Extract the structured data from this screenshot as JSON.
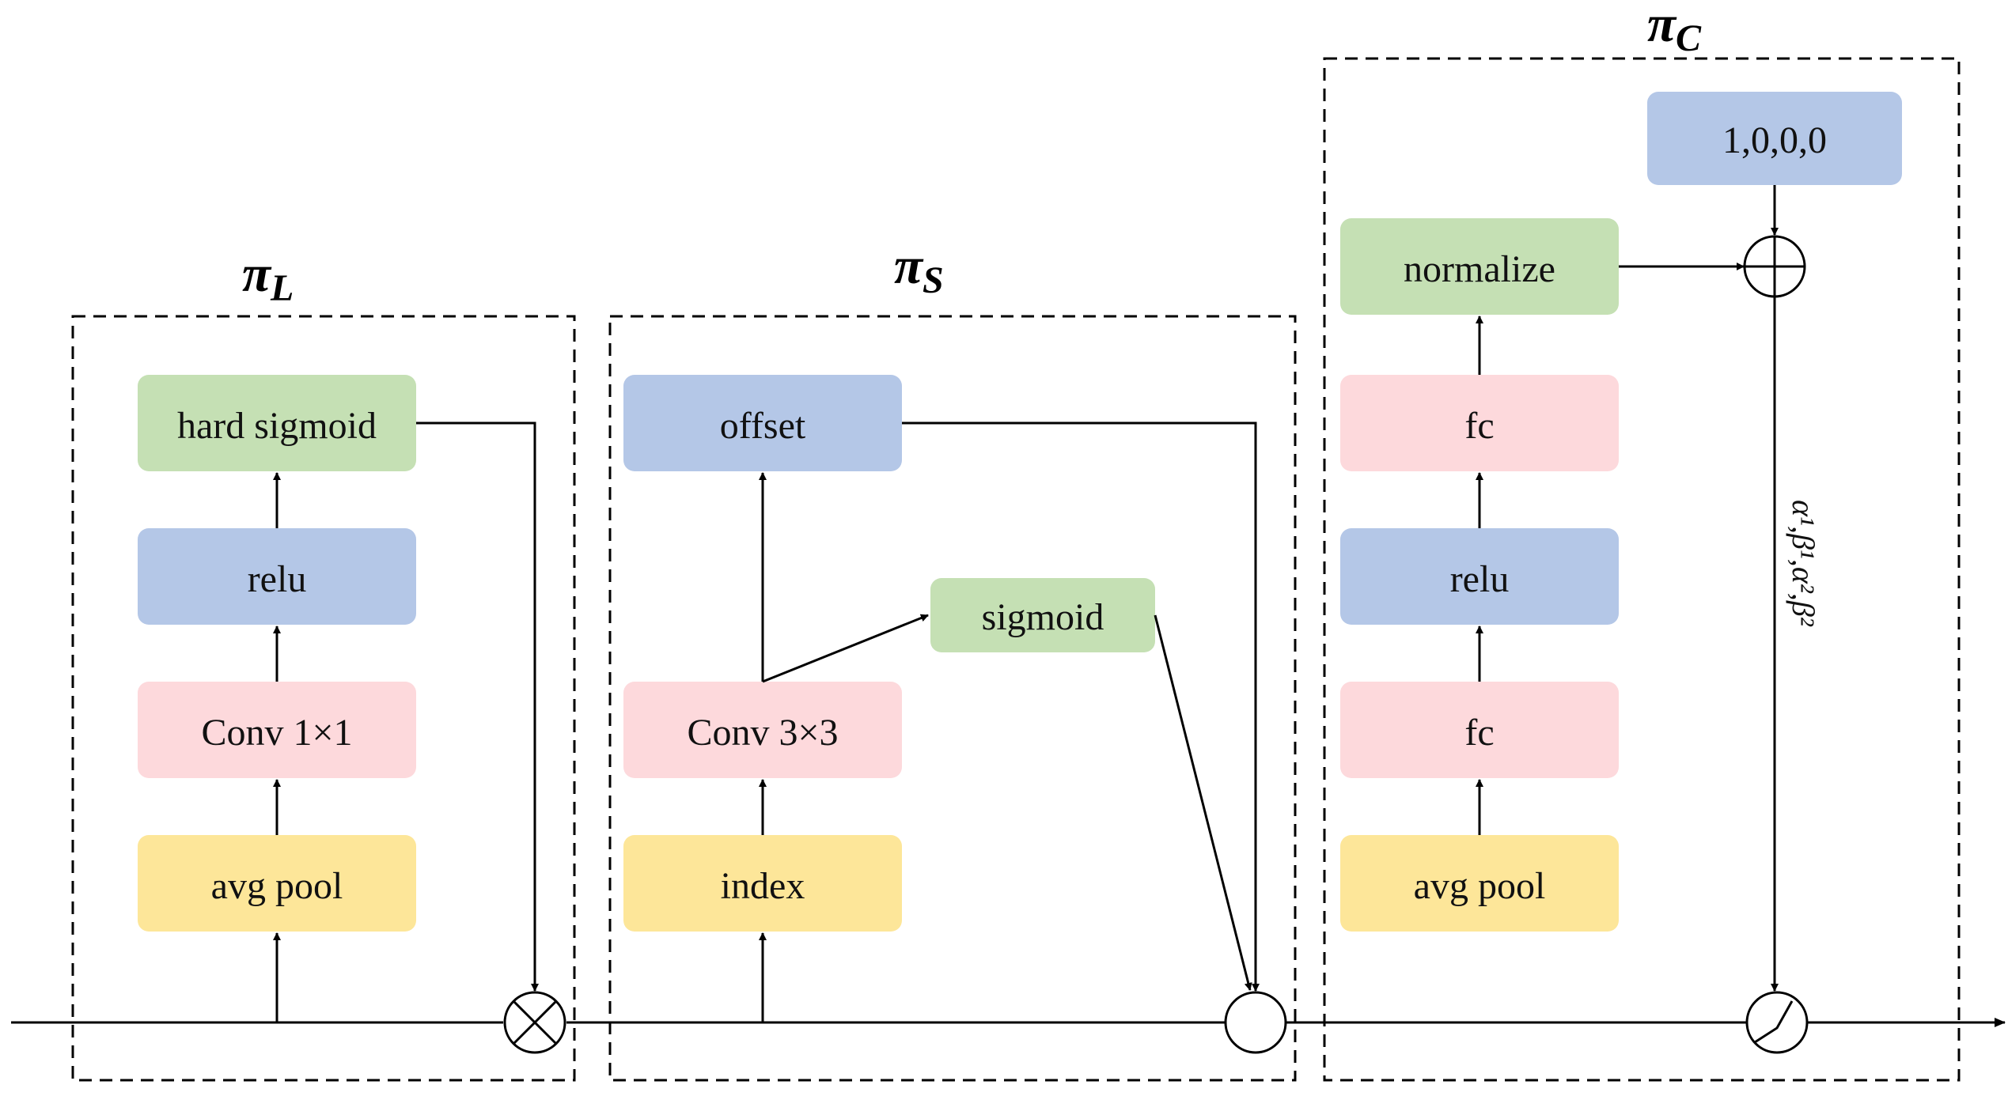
{
  "colors": {
    "green": "#c5e0b4",
    "blue": "#b4c7e7",
    "pink": "#fdd9dc",
    "yellow": "#fde699",
    "line": "#000000"
  },
  "sections": {
    "L": {
      "title_main": "π",
      "title_sub": "L",
      "boxes": {
        "hard_sigmoid": "hard sigmoid",
        "relu": "relu",
        "conv": "Conv 1×1",
        "avg_pool": "avg pool"
      },
      "operator": "multiply"
    },
    "S": {
      "title_main": "π",
      "title_sub": "S",
      "boxes": {
        "offset": "offset",
        "sigmoid": "sigmoid",
        "conv": "Conv 3×3",
        "index": "index"
      },
      "operator": "circle"
    },
    "C": {
      "title_main": "π",
      "title_sub": "C",
      "boxes": {
        "init": "1,0,0,0",
        "normalize": "normalize",
        "fc_top": "fc",
        "relu": "relu",
        "fc_bottom": "fc",
        "avg_pool": "avg pool"
      },
      "operator_add": "plus",
      "operator_act": "dynamic-relu",
      "output_label": "α¹,β¹,α²,β²"
    }
  }
}
